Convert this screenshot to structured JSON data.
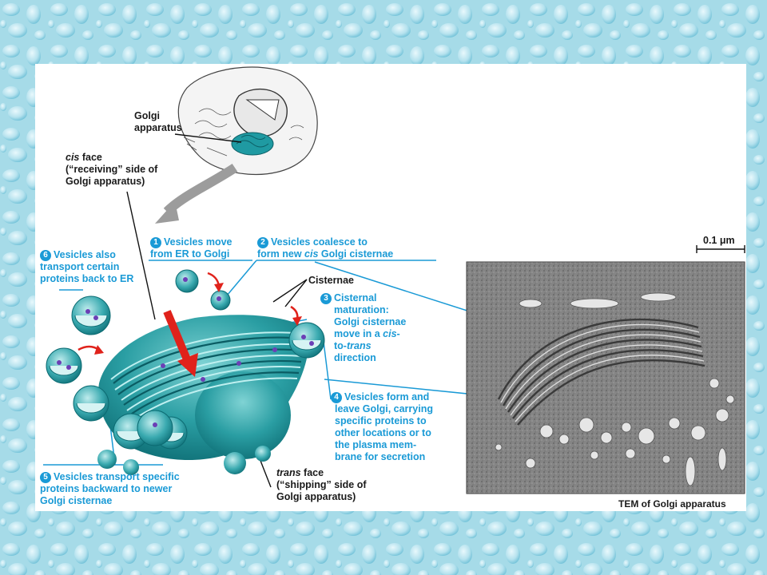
{
  "labels": {
    "golgi_top_1": "Golgi",
    "golgi_top_2": "apparatus",
    "cis_1a": "cis",
    "cis_1b": " face",
    "cis_2": "(“receiving” side of",
    "cis_3": "Golgi apparatus)",
    "cisternae": "Cisternae",
    "trans_1a": "trans",
    "trans_1b": " face",
    "trans_2": "(“shipping” side of",
    "trans_3": "Golgi apparatus)",
    "scale": "0.1 μm",
    "tem": "TEM of Golgi apparatus"
  },
  "steps": {
    "s1": {
      "n": "1",
      "l1": "Vesicles move",
      "l2": "from ER to Golgi"
    },
    "s2": {
      "n": "2",
      "l1": "Vesicles coalesce to",
      "l2a": "form new ",
      "l2b": "cis",
      "l2c": " Golgi cisternae"
    },
    "s3": {
      "n": "3",
      "l1": "Cisternal",
      "l2": "maturation:",
      "l3": "Golgi cisternae",
      "l4a": "move in a ",
      "l4b": "cis",
      "l4c": "-",
      "l5a": "to-",
      "l5b": "trans",
      "l6": "direction"
    },
    "s4": {
      "n": "4",
      "l1": "Vesicles form and",
      "l2": "leave Golgi, carrying",
      "l3": "specific proteins to",
      "l4": "other locations or to",
      "l5": "the plasma mem-",
      "l6": "brane for secretion"
    },
    "s5": {
      "n": "5",
      "l1": "Vesicles transport specific",
      "l2": "proteins backward to newer",
      "l3": "Golgi cisternae"
    },
    "s6": {
      "n": "6",
      "l1": "Vesicles also",
      "l2": "transport certain",
      "l3": "proteins back to ER"
    }
  },
  "colors": {
    "golgi": "#1e8f96",
    "golgi_light": "#58bfc3",
    "accent_blue": "#1a9ad6",
    "arrow_red": "#e0221b",
    "background": "#9fd8e6"
  }
}
